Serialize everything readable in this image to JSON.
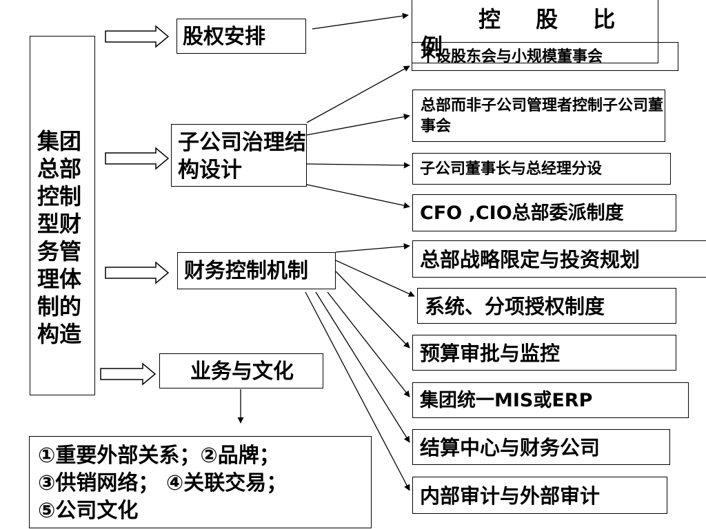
{
  "diagram": {
    "root": "集团总部控制型财务管理体制的构造",
    "branches": {
      "equity": "股权安排",
      "governance": "子公司治理结构设计",
      "finance": "财务控制机制",
      "business": "业务与文化"
    },
    "equity_detail": "控 股 比例",
    "governance_details": [
      "不设股东会与小规模董事会",
      "总部而非子公司管理者控制子公司董事会",
      "子公司董事长与总经理分设",
      "CFO ,CIO总部委派制度"
    ],
    "finance_details": [
      "总部战略限定与投资规划",
      "系统、分项授权制度",
      "预算审批与监控",
      "集团统一MIS或ERP",
      "结算中心与财务公司",
      "内部审计与外部审计"
    ],
    "business_detail": "①重要外部关系；②品牌；\n③供销网络；      ④关联交易；\n⑤公司文化"
  },
  "colors": {
    "line": "#000000",
    "box_border": "#000000",
    "background": "#ffffff"
  }
}
